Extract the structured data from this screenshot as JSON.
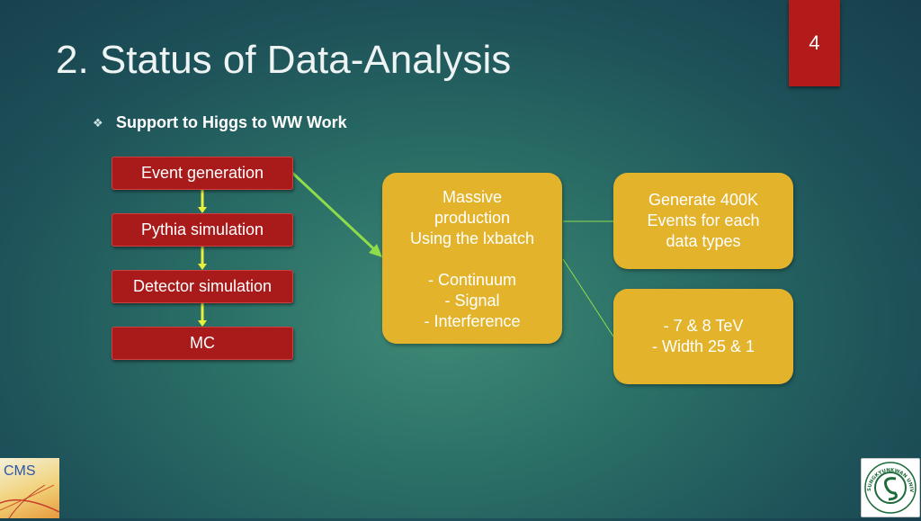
{
  "slide": {
    "title": "2. Status of Data-Analysis",
    "page_number": "4",
    "subtitle": "Support to Higgs to WW Work",
    "bullet_icon": "diamond-bullet"
  },
  "flow": {
    "steps": [
      "Event generation",
      "Pythia simulation",
      "Detector simulation",
      "MC"
    ],
    "production": {
      "lines": [
        "Massive",
        "production",
        "Using the lxbatch"
      ],
      "items": [
        "- Continuum",
        "- Signal",
        "- Interference"
      ]
    },
    "generate": [
      "Generate 400K",
      "Events for each",
      "data types"
    ],
    "energies": [
      "- 7 & 8 TeV",
      "- Width 25 & 1"
    ]
  },
  "logos": {
    "cms": "CMS",
    "skku": "SUNGKYUNKWAN UNIVERSITY"
  },
  "colors": {
    "step_box": "#a91b1b",
    "note_box": "#e2b32b",
    "arrow": "#e8f03a",
    "connector": "#8fdc4a",
    "page_badge": "#b31b1b"
  }
}
